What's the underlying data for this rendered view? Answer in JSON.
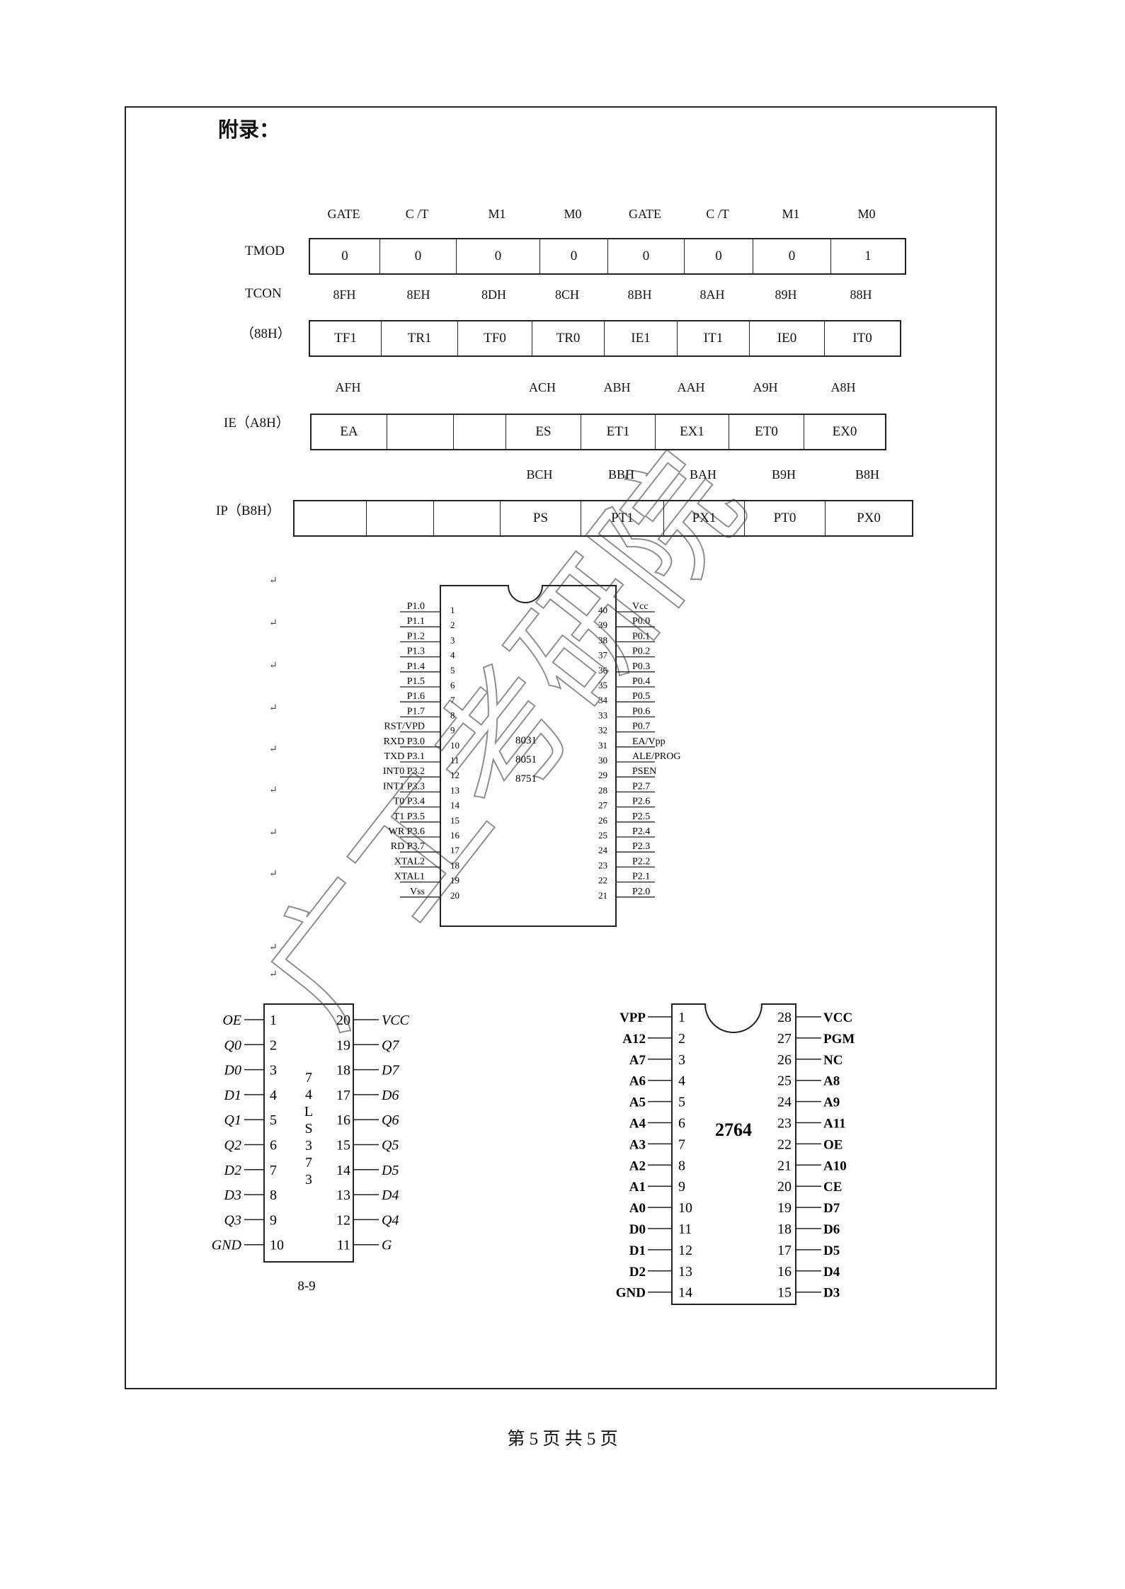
{
  "heading": "附录：",
  "footer": "第 5 页   共 5 页",
  "watermark": "广工考研院",
  "tmod": {
    "label": "TMOD",
    "bits": [
      "GATE",
      "C /T",
      "M1",
      "M0",
      "GATE",
      "C /T",
      "M1",
      "M0"
    ],
    "values": [
      "0",
      "0",
      "0",
      "0",
      "0",
      "0",
      "0",
      "1"
    ]
  },
  "tcon": {
    "label": "TCON",
    "addr": "（88H）",
    "bits": [
      "8FH",
      "8EH",
      "8DH",
      "8CH",
      "8BH",
      "8AH",
      "89H",
      "88H"
    ],
    "values": [
      "TF1",
      "TR1",
      "TF0",
      "TR0",
      "IE1",
      "IT1",
      "IE0",
      "IT0"
    ]
  },
  "ie": {
    "label": "IE（A8H）",
    "bits": [
      "AFH",
      "",
      "",
      "ACH",
      "ABH",
      "AAH",
      "A9H",
      "A8H"
    ],
    "values": [
      "EA",
      "",
      "",
      "ES",
      "ET1",
      "EX1",
      "ET0",
      "EX0"
    ]
  },
  "ip": {
    "label": "IP（B8H）",
    "bits": [
      "",
      "",
      "",
      "BCH",
      "BBH",
      "BAH",
      "B9H",
      "B8H"
    ],
    "values": [
      "",
      "",
      "",
      "PS",
      "PT1",
      "PX1",
      "PT0",
      "PX0"
    ]
  },
  "chip8051": {
    "names": [
      "8031",
      "8051",
      "8751"
    ],
    "left_pins": [
      "P1.0",
      "P1.1",
      "P1.2",
      "P1.3",
      "P1.4",
      "P1.5",
      "P1.6",
      "P1.7",
      "RST/VPD",
      "RXD P3.0",
      "TXD P3.1",
      "INT0 P3.2",
      "INT1 P3.3",
      "T0 P3.4",
      "T1 P3.5",
      "WR P3.6",
      "RD P3.7",
      "XTAL2",
      "XTAL1",
      "Vss"
    ],
    "right_pins": [
      "Vcc",
      "P0.0",
      "P0.1",
      "P0.2",
      "P0.3",
      "P0.4",
      "P0.5",
      "P0.6",
      "P0.7",
      "EA/Vpp",
      "ALE/PROG",
      "PSEN",
      "P2.7",
      "P2.6",
      "P2.5",
      "P2.4",
      "P2.3",
      "P2.2",
      "P2.1",
      "P2.0"
    ]
  },
  "chip373": {
    "name": [
      "7",
      "4",
      "L",
      "S",
      "3",
      "7",
      "3"
    ],
    "caption": "8-9",
    "left_pins": [
      "OE",
      "Q0",
      "D0",
      "D1",
      "Q1",
      "Q2",
      "D2",
      "D3",
      "Q3",
      "GND"
    ],
    "right_pins": [
      "VCC",
      "Q7",
      "D7",
      "D6",
      "Q6",
      "Q5",
      "D5",
      "D4",
      "Q4",
      "G"
    ]
  },
  "chip2764": {
    "name": "2764",
    "left_pins": [
      "VPP",
      "A12",
      "A7",
      "A6",
      "A5",
      "A4",
      "A3",
      "A2",
      "A1",
      "A0",
      "D0",
      "D1",
      "D2",
      "GND"
    ],
    "right_pins": [
      "VCC",
      "PGM",
      "NC",
      "A8",
      "A9",
      "A11",
      "OE",
      "A10",
      "CE",
      "D7",
      "D6",
      "D5",
      "D4",
      "D3"
    ]
  }
}
